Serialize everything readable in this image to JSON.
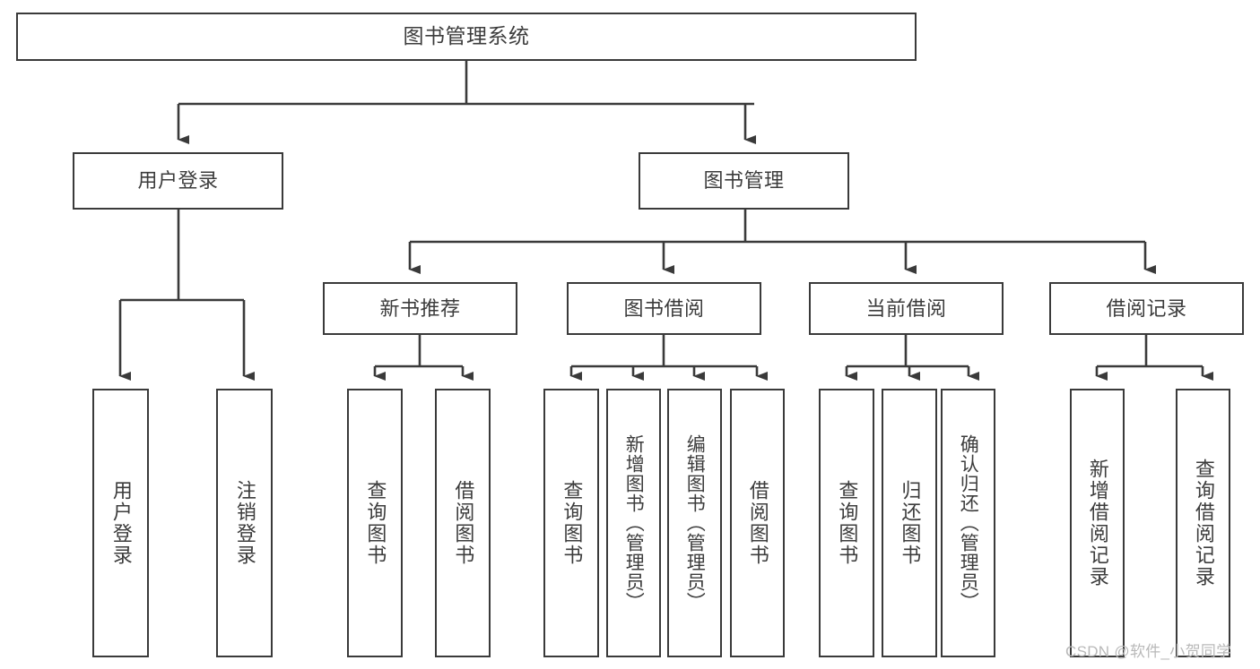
{
  "diagram": {
    "title": "图书管理系统",
    "type": "hierarchy-tree",
    "root": {
      "label": "图书管理系统"
    },
    "level2": [
      {
        "label": "用户登录"
      },
      {
        "label": "图书管理"
      }
    ],
    "level3": [
      {
        "label": "新书推荐"
      },
      {
        "label": "图书借阅"
      },
      {
        "label": "当前借阅"
      },
      {
        "label": "借阅记录"
      }
    ],
    "leaves": {
      "user_login": [
        {
          "label": "用户登录"
        },
        {
          "label": "注销登录"
        }
      ],
      "new_book_recommend": [
        {
          "label": "查询图书"
        },
        {
          "label": "借阅图书"
        }
      ],
      "book_borrow": [
        {
          "label": "查询图书"
        },
        {
          "label": "新增图书（管理员）"
        },
        {
          "label": "编辑图书（管理员）"
        },
        {
          "label": "借阅图书"
        }
      ],
      "current_borrow": [
        {
          "label": "查询图书"
        },
        {
          "label": "归还图书"
        },
        {
          "label": "确认归还（管理员）"
        }
      ],
      "borrow_record": [
        {
          "label": "新增借阅记录"
        },
        {
          "label": "查询借阅记录"
        }
      ]
    }
  },
  "watermark": {
    "text": "CSDN @软件_小贺同学"
  },
  "colors": {
    "box_border": "#3a3a3a",
    "text": "#3c3c3c",
    "background": "#ffffff",
    "watermark": "#b9b9b9"
  }
}
